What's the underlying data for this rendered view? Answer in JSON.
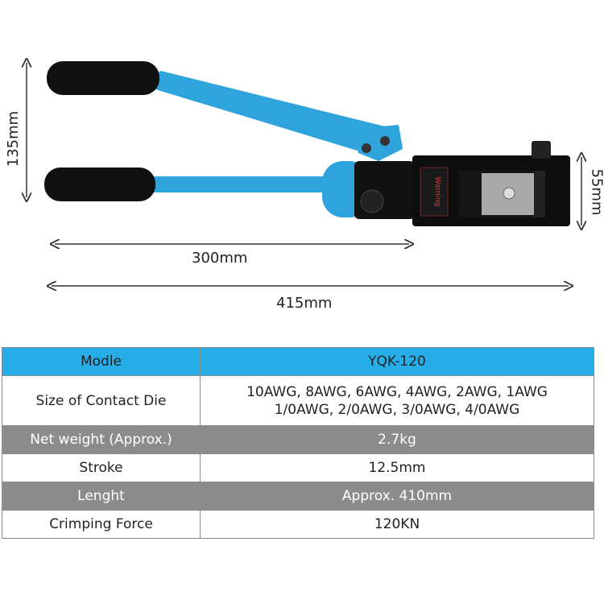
{
  "dimensions": {
    "height": "135mm",
    "handle_length": "300mm",
    "total_length": "415mm",
    "head_height": "55mm"
  },
  "product_label": "Warning",
  "specs": [
    {
      "label": "Modle",
      "value": "YQK-120"
    },
    {
      "label": "Size of Contact Die",
      "value": "10AWG, 8AWG, 6AWG, 4AWG, 2AWG, 1AWG",
      "value2": "1/0AWG, 2/0AWG, 3/0AWG, 4/0AWG"
    },
    {
      "label": "Net weight (Approx.)",
      "value": "2.7kg"
    },
    {
      "label": "Stroke",
      "value": "12.5mm"
    },
    {
      "label": "Lenght",
      "value": "Approx. 410mm"
    },
    {
      "label": "Crimping Force",
      "value": "120KN"
    }
  ],
  "colors": {
    "header": "#27aee8",
    "gray_row": "#8c8c8c",
    "tool_blue": "#2fa3dc"
  }
}
